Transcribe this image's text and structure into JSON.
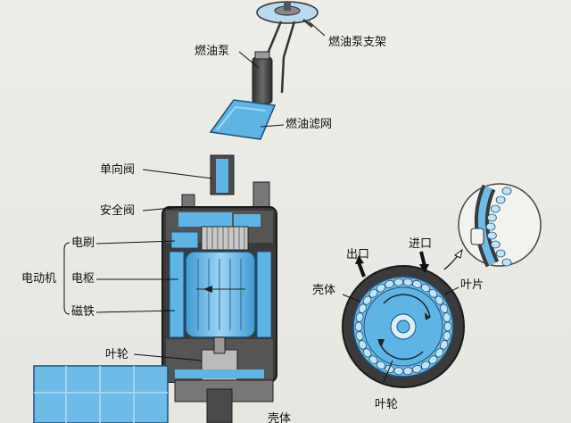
{
  "labels": {
    "fuel_pump": "燃油泵",
    "pump_bracket": "燃油泵支架",
    "fuel_filter": "燃油滤网",
    "check_valve": "单向阀",
    "safety_valve": "安全阀",
    "brush": "电刷",
    "motor": "电动机",
    "armature": "电枢",
    "magnet": "磁铁",
    "impeller": "叶轮",
    "housing_bottom": "壳体",
    "outlet": "出口",
    "inlet": "进口",
    "housing": "壳体",
    "blade": "叶片",
    "impeller_bottom": "叶轮"
  },
  "colors": {
    "blue": "#5fb4e6",
    "light_blue": "#9fd4f2",
    "dark_gray": "#3a3a3a",
    "mid_gray": "#6e6e6e",
    "background": "#ecebe6"
  }
}
